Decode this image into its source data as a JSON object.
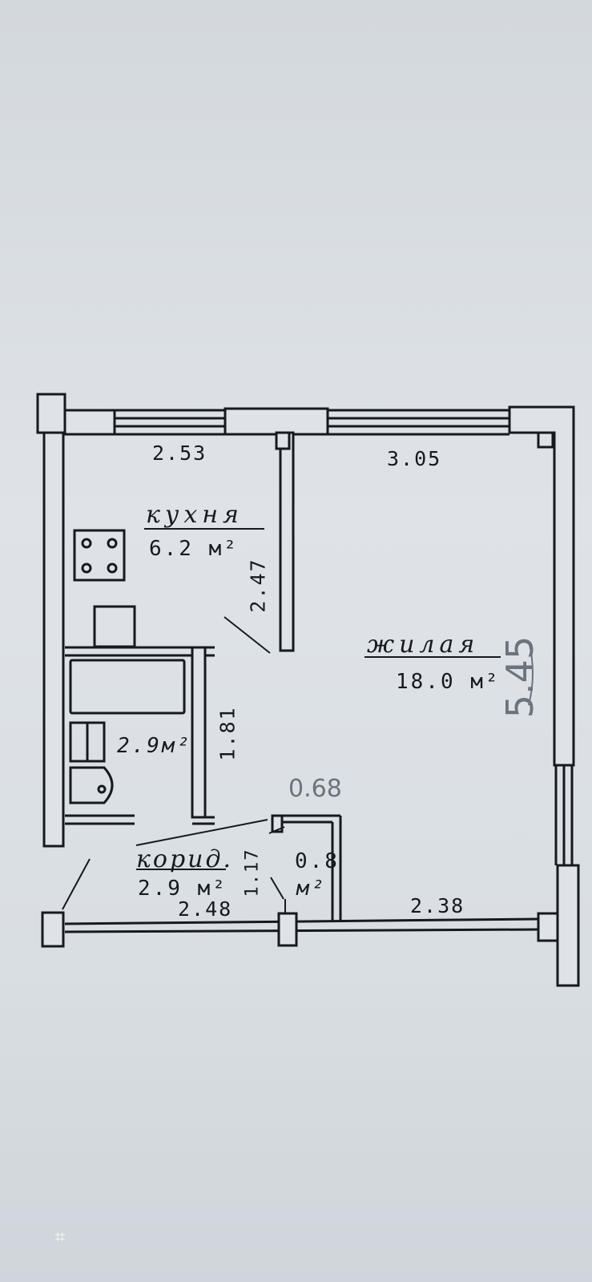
{
  "rooms": {
    "kitchen": {
      "name": "кухня",
      "area": "6.2 м²"
    },
    "living": {
      "name": "жилая",
      "area": "18.0 м²"
    },
    "bathroom": {
      "area": "2.9м²"
    },
    "corridor": {
      "name": "корид.",
      "area": "2.9 м²"
    },
    "closet": {
      "area_value": "0.8",
      "area_unit": "м²"
    }
  },
  "dimensions": {
    "kitchen_width": "2.53",
    "living_width": "3.05",
    "kitchen_partition": "2.47",
    "bathroom_height": "1.81",
    "corridor_width": "2.48",
    "closet_door": "1.17",
    "closet_bottom": "2.38"
  },
  "pencil_notes": {
    "closet_width": "0.68",
    "living_height": "5.45"
  },
  "icons": {
    "crop": "crop-icon"
  },
  "colors": {
    "ink": "#161a1e",
    "pencil": "#6b737d",
    "paper": "#dfe3e7"
  }
}
